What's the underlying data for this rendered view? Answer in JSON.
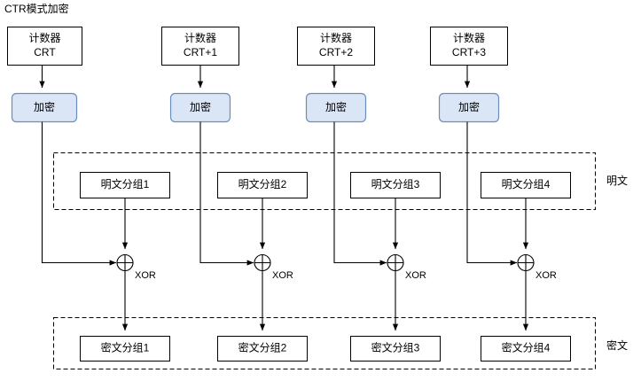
{
  "diagram": {
    "title": "CTR模式加密",
    "accent_color": "#dae5f5",
    "accent_border_color": "#6c8ebf",
    "line_color": "#000000",
    "columns": [
      {
        "counter_line1": "计数器",
        "counter_line2": "CRT",
        "encrypt_label": "加密",
        "plaintext_label": "明文分组1",
        "xor_label": "XOR",
        "ciphertext_label": "密文分组1"
      },
      {
        "counter_line1": "计数器",
        "counter_line2": "CRT+1",
        "encrypt_label": "加密",
        "plaintext_label": "明文分组2",
        "xor_label": "XOR",
        "ciphertext_label": "密文分组2"
      },
      {
        "counter_line1": "计数器",
        "counter_line2": "CRT+2",
        "encrypt_label": "加密",
        "plaintext_label": "明文分组3",
        "xor_label": "XOR",
        "ciphertext_label": "密文分组3"
      },
      {
        "counter_line1": "计数器",
        "counter_line2": "CRT+3",
        "encrypt_label": "加密",
        "plaintext_label": "明文分组4",
        "xor_label": "XOR",
        "ciphertext_label": "密文分组4"
      }
    ],
    "group_labels": {
      "plaintext": "明文",
      "ciphertext": "密文"
    }
  }
}
